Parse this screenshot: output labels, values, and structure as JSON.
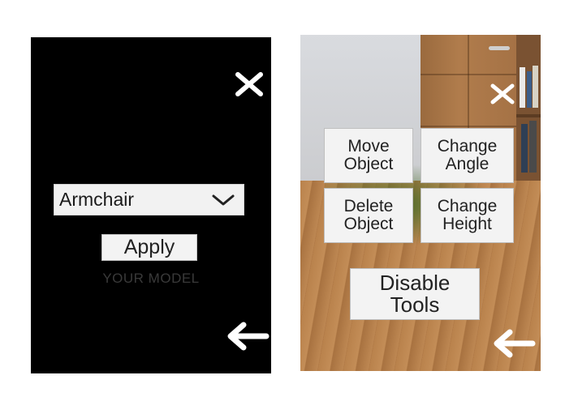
{
  "left_screen": {
    "dropdown": {
      "selected": "Armchair",
      "icon": "chevron-down-icon"
    },
    "apply_label": "Apply",
    "model_label": "YOUR MODEL",
    "icons": {
      "close": "close-icon",
      "back": "arrow-left-icon"
    }
  },
  "right_screen": {
    "buttons": {
      "move_object": "Move\nObject",
      "change_angle": "Change\nAngle",
      "delete_object": "Delete\nObject",
      "change_height": "Change\nHeight",
      "disable_tools": "Disable\nTools"
    },
    "icons": {
      "close": "close-icon",
      "back": "arrow-left-icon"
    }
  },
  "colors": {
    "left_background": "#000000",
    "button_background": "#f3f3f3",
    "icon_color": "#ffffff"
  }
}
